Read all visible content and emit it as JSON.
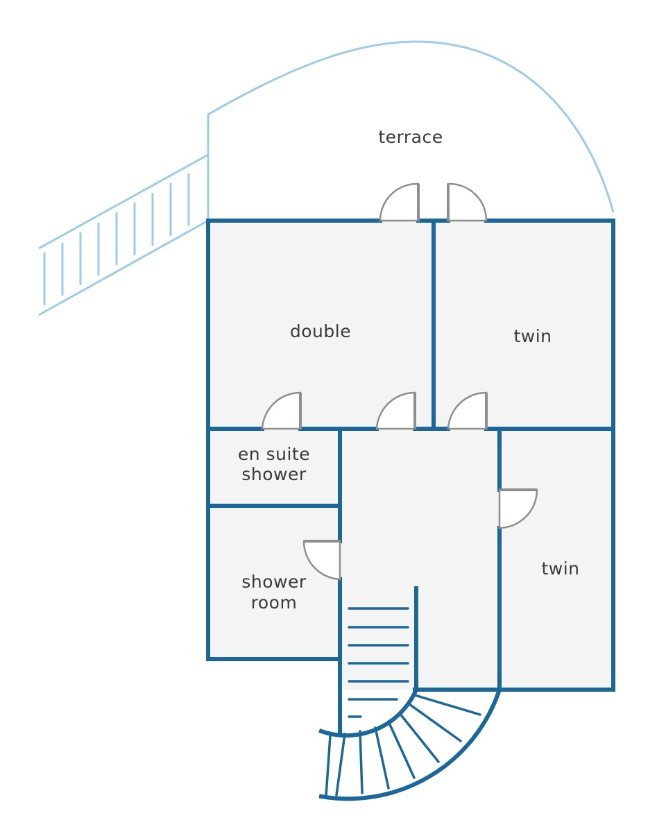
{
  "rooms": {
    "terrace": "terrace",
    "double": "double",
    "twin_top": "twin",
    "en_suite_line1": "en suite",
    "en_suite_line2": "shower",
    "shower_room_line1": "shower",
    "shower_room_line2": "room",
    "twin_bottom": "twin"
  },
  "colors": {
    "wall": "#1b6799",
    "outdoor": "#9cccea",
    "floor": "#f4f4f4",
    "door": "#8e8e8e"
  }
}
